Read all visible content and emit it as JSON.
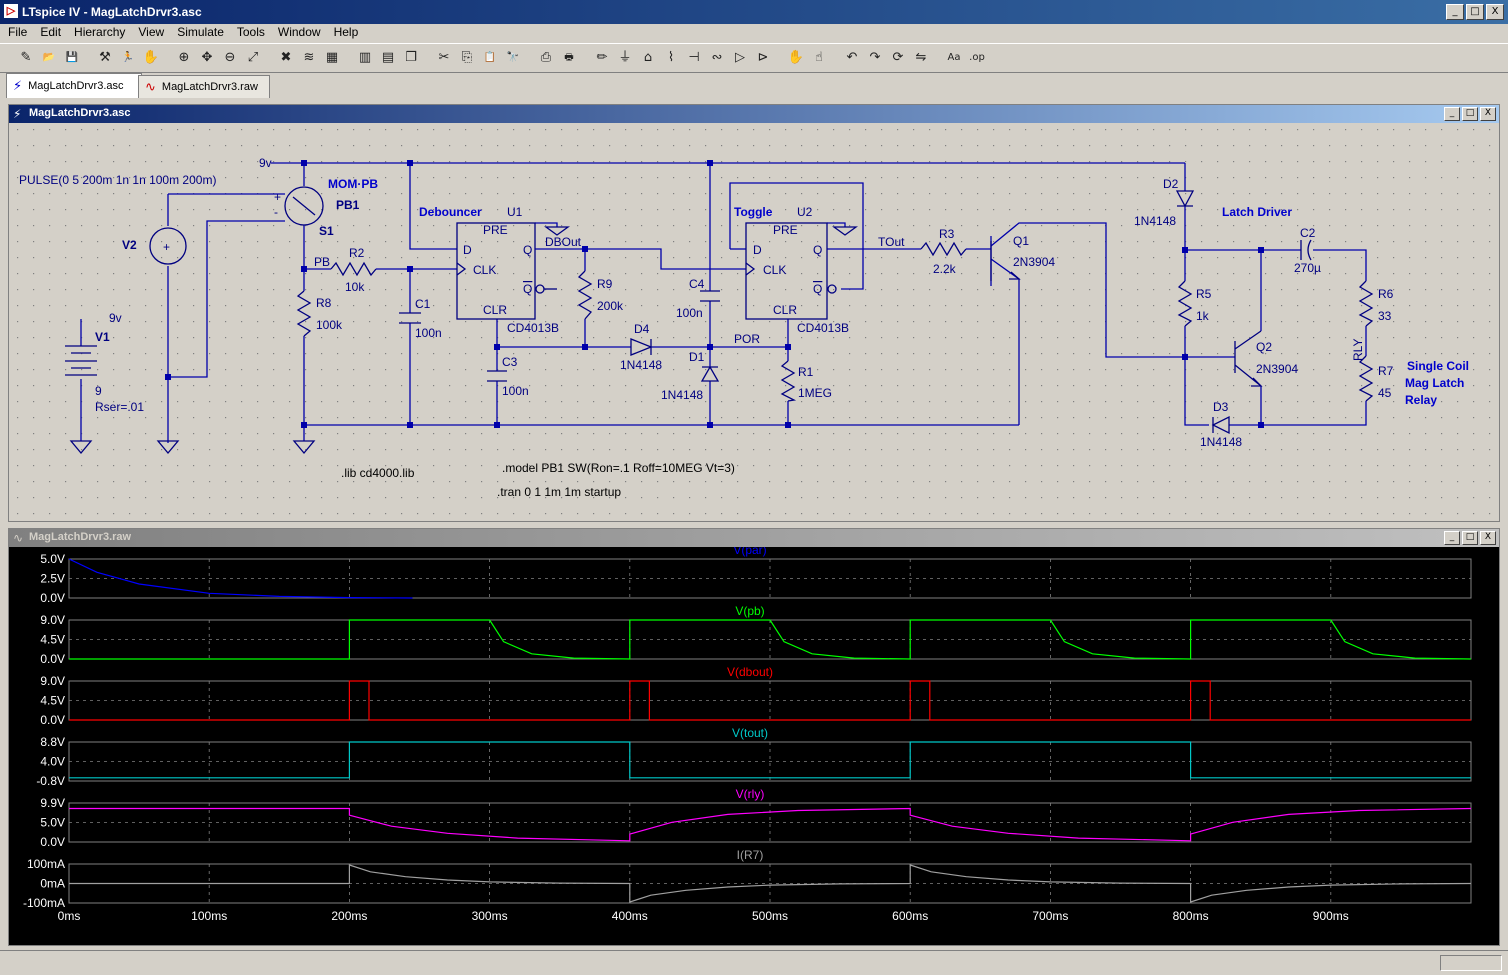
{
  "app": {
    "title": "LTspice IV - MagLatchDrvr3.asc",
    "icon": "ltspice-icon"
  },
  "window_controls": {
    "minimize": "_",
    "restore": "□",
    "close": "X"
  },
  "menu": [
    "File",
    "Edit",
    "Hierarchy",
    "View",
    "Simulate",
    "Tools",
    "Window",
    "Help"
  ],
  "toolbar_icons": [
    "new-schematic-icon",
    "open-icon",
    "save-icon",
    "control-panel-icon",
    "run-icon",
    "halt-icon",
    "zoom-in-icon",
    "pan-icon",
    "zoom-out-icon",
    "zoom-full-icon",
    "cancel-zoom-icon",
    "autorange-icon",
    "visible-traces-icon",
    "tile-vertical-icon",
    "tile-horizontal-icon",
    "cascade-icon",
    "cut-icon",
    "copy-icon",
    "paste-icon",
    "find-icon",
    "print-setup-icon",
    "print-icon",
    "draw-wire-icon",
    "ground-icon",
    "label-net-icon",
    "resistor-icon",
    "capacitor-icon",
    "inductor-icon",
    "diode-icon",
    "component-icon",
    "move-icon",
    "drag-icon",
    "undo-icon",
    "redo-icon",
    "rotate-icon",
    "mirror-icon",
    "text-icon",
    "spice-directive-icon"
  ],
  "tabs": [
    {
      "label": "MagLatchDrvr3.asc",
      "icon": "schematic-icon",
      "active": true
    },
    {
      "label": "MagLatchDrvr3.raw",
      "icon": "waveform-icon",
      "active": false
    }
  ],
  "schematic": {
    "window_title": "MagLatchDrvr3.asc",
    "labels": {
      "pulse": "PULSE(0 5 200m 1n 1n 100m 200m)",
      "v2": "V2",
      "mompb": "MOM·PB",
      "pb1": "PB1",
      "s1": "S1",
      "plus": "+",
      "minus": "-",
      "nine_v_top": "9v",
      "pb_net": "PB",
      "r2": "R2",
      "r2v": "10k",
      "r8": "R8",
      "r8v": "100k",
      "nine_v": "9v",
      "v1": "V1",
      "v1val": "9",
      "rser": "Rser=.01",
      "debouncer": "Debouncer",
      "u1": "U1",
      "pre": "PRE",
      "d": "D",
      "q": "Q",
      "clk": "CLK",
      "qbar": "Q",
      "clr": "CLR",
      "cd4013_1": "CD4013B",
      "dbout": "DBOut",
      "c1": "C1",
      "c1v": "100n",
      "c3": "C3",
      "c3v": "100n",
      "r9": "R9",
      "r9v": "200k",
      "c4": "C4",
      "c4v": "100n",
      "d4": "D4",
      "d4v": "1N4148",
      "d1": "D1",
      "d1v": "1N4148",
      "por": "POR",
      "r1": "R1",
      "r1v": "1MEG",
      "toggle": "Toggle",
      "u2": "U2",
      "cd4013_2": "CD4013B",
      "tout": "TOut",
      "r3": "R3",
      "r3v": "2.2k",
      "q1": "Q1",
      "q1v": "2N3904",
      "d2": "D2",
      "d2v": "1N4148",
      "latch": "Latch Driver",
      "r5": "R5",
      "r5v": "1k",
      "q2": "Q2",
      "q2v": "2N3904",
      "d3": "D3",
      "d3v": "1N4148",
      "c2": "C2",
      "c2v": "270µ",
      "r6": "R6",
      "r6v": "33",
      "rly": "RLY",
      "r7": "R7",
      "r7v": "45",
      "relay1": "Single Coil",
      "relay2": "Mag Latch",
      "relay3": "Relay",
      "lib": ".lib cd4000.lib",
      "model": ".model PB1  SW(Ron=.1 Roff=10MEG Vt=3)",
      "tran": ".tran 0 1 1m 1m startup"
    }
  },
  "waveform": {
    "window_title": "MagLatchDrvr3.raw",
    "x_ticks": [
      "0ms",
      "100ms",
      "200ms",
      "300ms",
      "400ms",
      "500ms",
      "600ms",
      "700ms",
      "800ms",
      "900ms"
    ],
    "x_range_ms": [
      0,
      1000
    ],
    "panes": [
      {
        "name": "V(par)",
        "color": "#0000ff",
        "ticks": [
          "5.0V",
          "2.5V",
          "0.0V"
        ],
        "ylim": [
          0,
          5
        ]
      },
      {
        "name": "V(pb)",
        "color": "#00ff00",
        "ticks": [
          "9.0V",
          "4.5V",
          "0.0V"
        ],
        "ylim": [
          0,
          9
        ]
      },
      {
        "name": "V(dbout)",
        "color": "#ff0000",
        "ticks": [
          "9.0V",
          "4.5V",
          "0.0V"
        ],
        "ylim": [
          0,
          9
        ]
      },
      {
        "name": "V(tout)",
        "color": "#00c8c8",
        "ticks": [
          "8.8V",
          "4.0V",
          "-0.8V"
        ],
        "ylim": [
          -0.8,
          8.8
        ]
      },
      {
        "name": "V(rly)",
        "color": "#ff00ff",
        "ticks": [
          "9.9V",
          "5.0V",
          "0.0V"
        ],
        "ylim": [
          0,
          9.9
        ]
      },
      {
        "name": "I(R7)",
        "color": "#a0a0a0",
        "ticks": [
          "100mA",
          "0mA",
          "-100mA"
        ],
        "ylim": [
          -100,
          100
        ]
      }
    ]
  },
  "chart_data": {
    "type": "line",
    "xlabel": "",
    "x_unit": "ms",
    "xlim": [
      0,
      1000
    ],
    "series": [
      {
        "name": "V(par)",
        "points": [
          [
            0,
            5.0
          ],
          [
            20,
            3.3
          ],
          [
            50,
            1.8
          ],
          [
            100,
            0.6
          ],
          [
            150,
            0.2
          ],
          [
            200,
            0.05
          ],
          [
            245,
            0.0
          ]
        ]
      },
      {
        "name": "V(pb)",
        "points": [
          [
            0,
            0
          ],
          [
            200,
            0
          ],
          [
            200,
            9
          ],
          [
            300,
            9
          ],
          [
            310,
            4.0
          ],
          [
            330,
            1.2
          ],
          [
            360,
            0.2
          ],
          [
            400,
            0
          ],
          [
            400,
            9
          ],
          [
            500,
            9
          ],
          [
            510,
            4.0
          ],
          [
            530,
            1.2
          ],
          [
            560,
            0.2
          ],
          [
            600,
            0
          ],
          [
            600,
            9
          ],
          [
            700,
            9
          ],
          [
            710,
            4.0
          ],
          [
            730,
            1.2
          ],
          [
            760,
            0.2
          ],
          [
            800,
            0
          ],
          [
            800,
            9
          ],
          [
            900,
            9
          ],
          [
            910,
            4.0
          ],
          [
            930,
            1.2
          ],
          [
            960,
            0.2
          ],
          [
            1000,
            0
          ]
        ]
      },
      {
        "name": "V(dbout)",
        "points": [
          [
            0,
            0
          ],
          [
            200,
            0
          ],
          [
            200,
            9
          ],
          [
            214,
            9
          ],
          [
            214,
            0
          ],
          [
            400,
            0
          ],
          [
            400,
            9
          ],
          [
            414,
            9
          ],
          [
            414,
            0
          ],
          [
            600,
            0
          ],
          [
            600,
            9
          ],
          [
            614,
            9
          ],
          [
            614,
            0
          ],
          [
            800,
            0
          ],
          [
            800,
            9
          ],
          [
            814,
            9
          ],
          [
            814,
            0
          ],
          [
            1000,
            0
          ]
        ]
      },
      {
        "name": "V(tout)",
        "points": [
          [
            0,
            0
          ],
          [
            200,
            0
          ],
          [
            200,
            8.8
          ],
          [
            400,
            8.8
          ],
          [
            400,
            0
          ],
          [
            600,
            0
          ],
          [
            600,
            8.8
          ],
          [
            800,
            8.8
          ],
          [
            800,
            0
          ],
          [
            1000,
            0
          ]
        ]
      },
      {
        "name": "V(rly)",
        "points": [
          [
            0,
            8.5
          ],
          [
            200,
            8.5
          ],
          [
            200,
            6.8
          ],
          [
            230,
            4.0
          ],
          [
            270,
            2.2
          ],
          [
            320,
            1.0
          ],
          [
            400,
            0.3
          ],
          [
            400,
            2.0
          ],
          [
            430,
            5.0
          ],
          [
            470,
            7.0
          ],
          [
            520,
            8.0
          ],
          [
            600,
            8.5
          ],
          [
            600,
            6.8
          ],
          [
            630,
            4.0
          ],
          [
            670,
            2.2
          ],
          [
            720,
            1.0
          ],
          [
            800,
            0.3
          ],
          [
            800,
            2.0
          ],
          [
            830,
            5.0
          ],
          [
            870,
            7.0
          ],
          [
            920,
            8.0
          ],
          [
            1000,
            8.5
          ]
        ]
      },
      {
        "name": "I(R7)",
        "points": [
          [
            0,
            0
          ],
          [
            200,
            0
          ],
          [
            200,
            95
          ],
          [
            215,
            60
          ],
          [
            240,
            35
          ],
          [
            270,
            18
          ],
          [
            300,
            8
          ],
          [
            350,
            2
          ],
          [
            400,
            0
          ],
          [
            400,
            -95
          ],
          [
            415,
            -60
          ],
          [
            440,
            -35
          ],
          [
            470,
            -18
          ],
          [
            500,
            -8
          ],
          [
            550,
            -2
          ],
          [
            600,
            0
          ],
          [
            600,
            95
          ],
          [
            615,
            60
          ],
          [
            640,
            35
          ],
          [
            670,
            18
          ],
          [
            700,
            8
          ],
          [
            750,
            2
          ],
          [
            800,
            0
          ],
          [
            800,
            -95
          ],
          [
            815,
            -60
          ],
          [
            840,
            -35
          ],
          [
            870,
            -18
          ],
          [
            900,
            -8
          ],
          [
            950,
            -2
          ],
          [
            1000,
            0
          ]
        ]
      }
    ]
  }
}
